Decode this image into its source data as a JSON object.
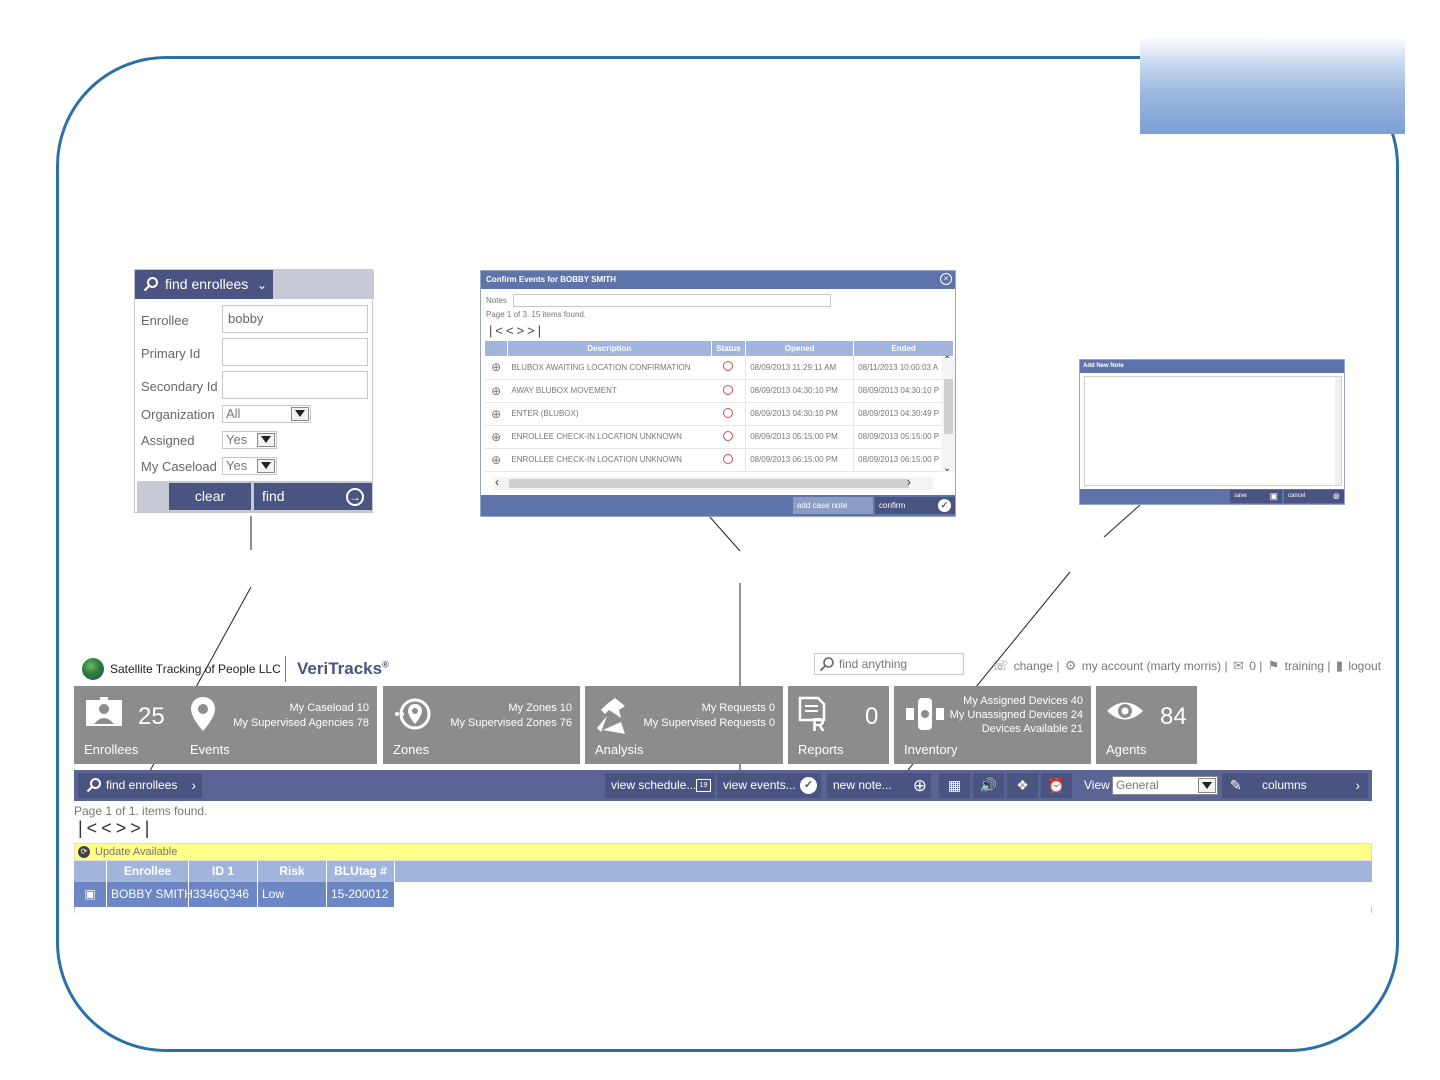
{
  "find_panel": {
    "header": "find enrollees",
    "fields": [
      {
        "label": "Enrollee",
        "value": "bobby"
      },
      {
        "label": "Primary Id",
        "value": ""
      },
      {
        "label": "Secondary Id",
        "value": ""
      }
    ],
    "organization": {
      "label": "Organization",
      "value": "All"
    },
    "assigned": {
      "label": "Assigned",
      "value": "Yes"
    },
    "caseload": {
      "label": "My Caseload",
      "value": "Yes"
    },
    "clear_label": "clear",
    "find_label": "find"
  },
  "confirm_dialog": {
    "title": "Confirm Events for BOBBY SMITH",
    "notes_label": "Notes",
    "page_info": "Page 1 of 3. 15 items found.",
    "columns": [
      "Description",
      "Status",
      "Opened",
      "Ended"
    ],
    "rows": [
      {
        "description": "BLUBOX AWAITING LOCATION CONFIRMATION",
        "opened": "08/09/2013 11:29:11 AM",
        "ended": "08/11/2013 10:00:03 A"
      },
      {
        "description": "AWAY BLUBOX MOVEMENT",
        "opened": "08/09/2013 04:30:10 PM",
        "ended": "08/09/2013 04:30:10 P"
      },
      {
        "description": "ENTER (BLUBOX)",
        "opened": "08/09/2013 04:30:10 PM",
        "ended": "08/09/2013 04:30:49 P"
      },
      {
        "description": "ENROLLEE CHECK-IN LOCATION UNKNOWN",
        "opened": "08/09/2013 05:15:00 PM",
        "ended": "08/09/2013 05:15:00 P"
      },
      {
        "description": "ENROLLEE CHECK-IN LOCATION UNKNOWN",
        "opened": "08/09/2013 06:15:00 PM",
        "ended": "08/09/2013 06:15:00 P"
      }
    ],
    "add_case_note_label": "add case note",
    "confirm_label": "confirm"
  },
  "note_dialog": {
    "title": "Add New Note",
    "save_label": "save",
    "cancel_label": "cancel"
  },
  "header": {
    "company": "Satellite Tracking of People LLC",
    "app_name": "VeriTracks",
    "app_mark": "®",
    "search_placeholder": "find anything",
    "links": {
      "change": "change",
      "account": "my account (marty morris)",
      "messages": "0",
      "training": "training",
      "logout": "logout"
    }
  },
  "tiles": {
    "enrollees": {
      "label": "Enrollees",
      "count": "25",
      "sub1": "My Caseload 10",
      "sub2": "My Supervised Agencies 78"
    },
    "events": {
      "label": "Events"
    },
    "zones": {
      "label": "Zones",
      "sub1": "My Zones 10",
      "sub2": "My Supervised Zones 76"
    },
    "analysis": {
      "label": "Analysis",
      "sub1": "My Requests 0",
      "sub2": "My Supervised Requests 0"
    },
    "reports": {
      "label": "Reports",
      "count": "0"
    },
    "inventory": {
      "label": "Inventory",
      "sub1": "My Assigned Devices 40",
      "sub2": "My Unassigned Devices 24",
      "sub3": "Devices Available 21"
    },
    "agents": {
      "label": "Agents",
      "count": "84"
    }
  },
  "toolbar": {
    "find_enrollees": "find enrollees",
    "view_schedule": "view schedule...",
    "calendar_day": "19",
    "view_events": "view events...",
    "new_note": "new note...",
    "view_label": "View",
    "view_value": "General",
    "columns_label": "columns"
  },
  "grid": {
    "page_info": "Page 1 of 1. items found.",
    "update_text": "Update Available",
    "columns": [
      "Enrollee",
      "ID 1",
      "Risk",
      "BLUtag #"
    ],
    "row": {
      "enrollee": "BOBBY SMITH",
      "id1": "3346Q346",
      "risk": "Low",
      "blutag": "15-200012"
    }
  },
  "colors": {
    "frame": "#2a6fa8",
    "toolbar": "#4a5480",
    "tile": "#8c8c8c",
    "header_row": "#a0b4dc",
    "selected_row": "#6d86c4",
    "update_bar": "#ffff88"
  }
}
